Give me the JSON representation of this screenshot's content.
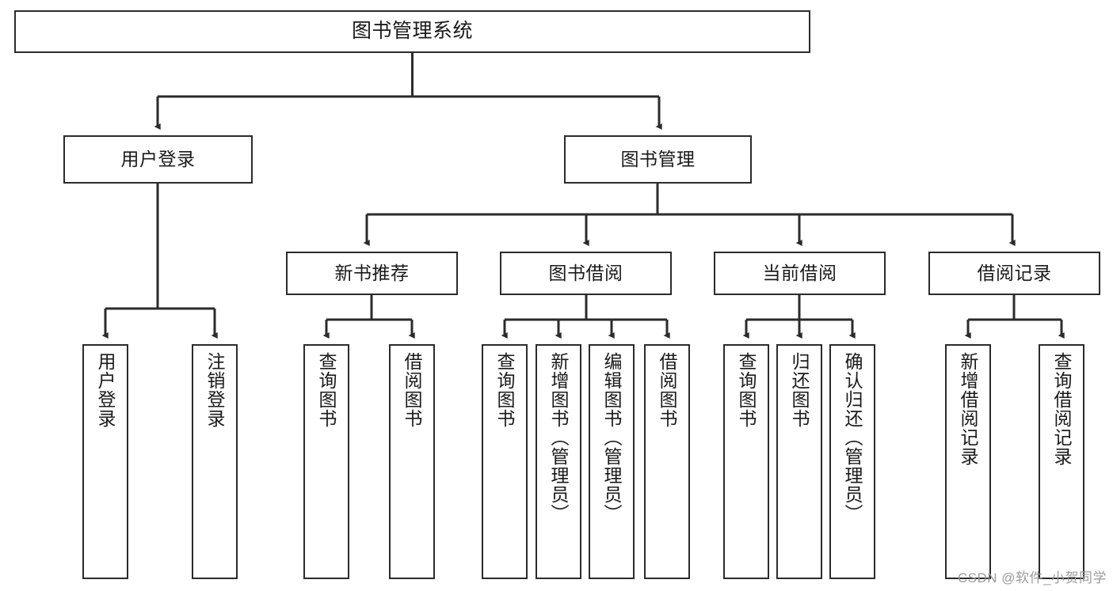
{
  "diagram": {
    "type": "tree",
    "title_node": {
      "label": "图书管理系统"
    },
    "level2": [
      {
        "label": "用户登录"
      },
      {
        "label": "图书管理"
      }
    ],
    "level3": [
      {
        "label": "新书推荐"
      },
      {
        "label": "图书借阅"
      },
      {
        "label": "当前借阅"
      },
      {
        "label": "借阅记录"
      }
    ],
    "leaves": {
      "user_login": [
        {
          "label": "用户登录"
        },
        {
          "label": "注销登录"
        }
      ],
      "new_book_recommend": [
        {
          "label": "查询图书"
        },
        {
          "label": "借阅图书"
        }
      ],
      "book_borrow": [
        {
          "label": "查询图书"
        },
        {
          "label": "新增图书（管理员）"
        },
        {
          "label": "编辑图书（管理员）"
        },
        {
          "label": "借阅图书"
        }
      ],
      "current_borrow": [
        {
          "label": "查询图书"
        },
        {
          "label": "归还图书"
        },
        {
          "label": "确认归还（管理员）"
        }
      ],
      "borrow_record": [
        {
          "label": "新增借阅记录"
        },
        {
          "label": "查询借阅记录"
        }
      ]
    }
  },
  "watermark": {
    "text": "CSDN @软件_小贺同学"
  },
  "colors": {
    "stroke": "#2b2b2b",
    "background": "#ffffff",
    "text": "#1a1a1a",
    "watermark": "#9b9b9b"
  }
}
